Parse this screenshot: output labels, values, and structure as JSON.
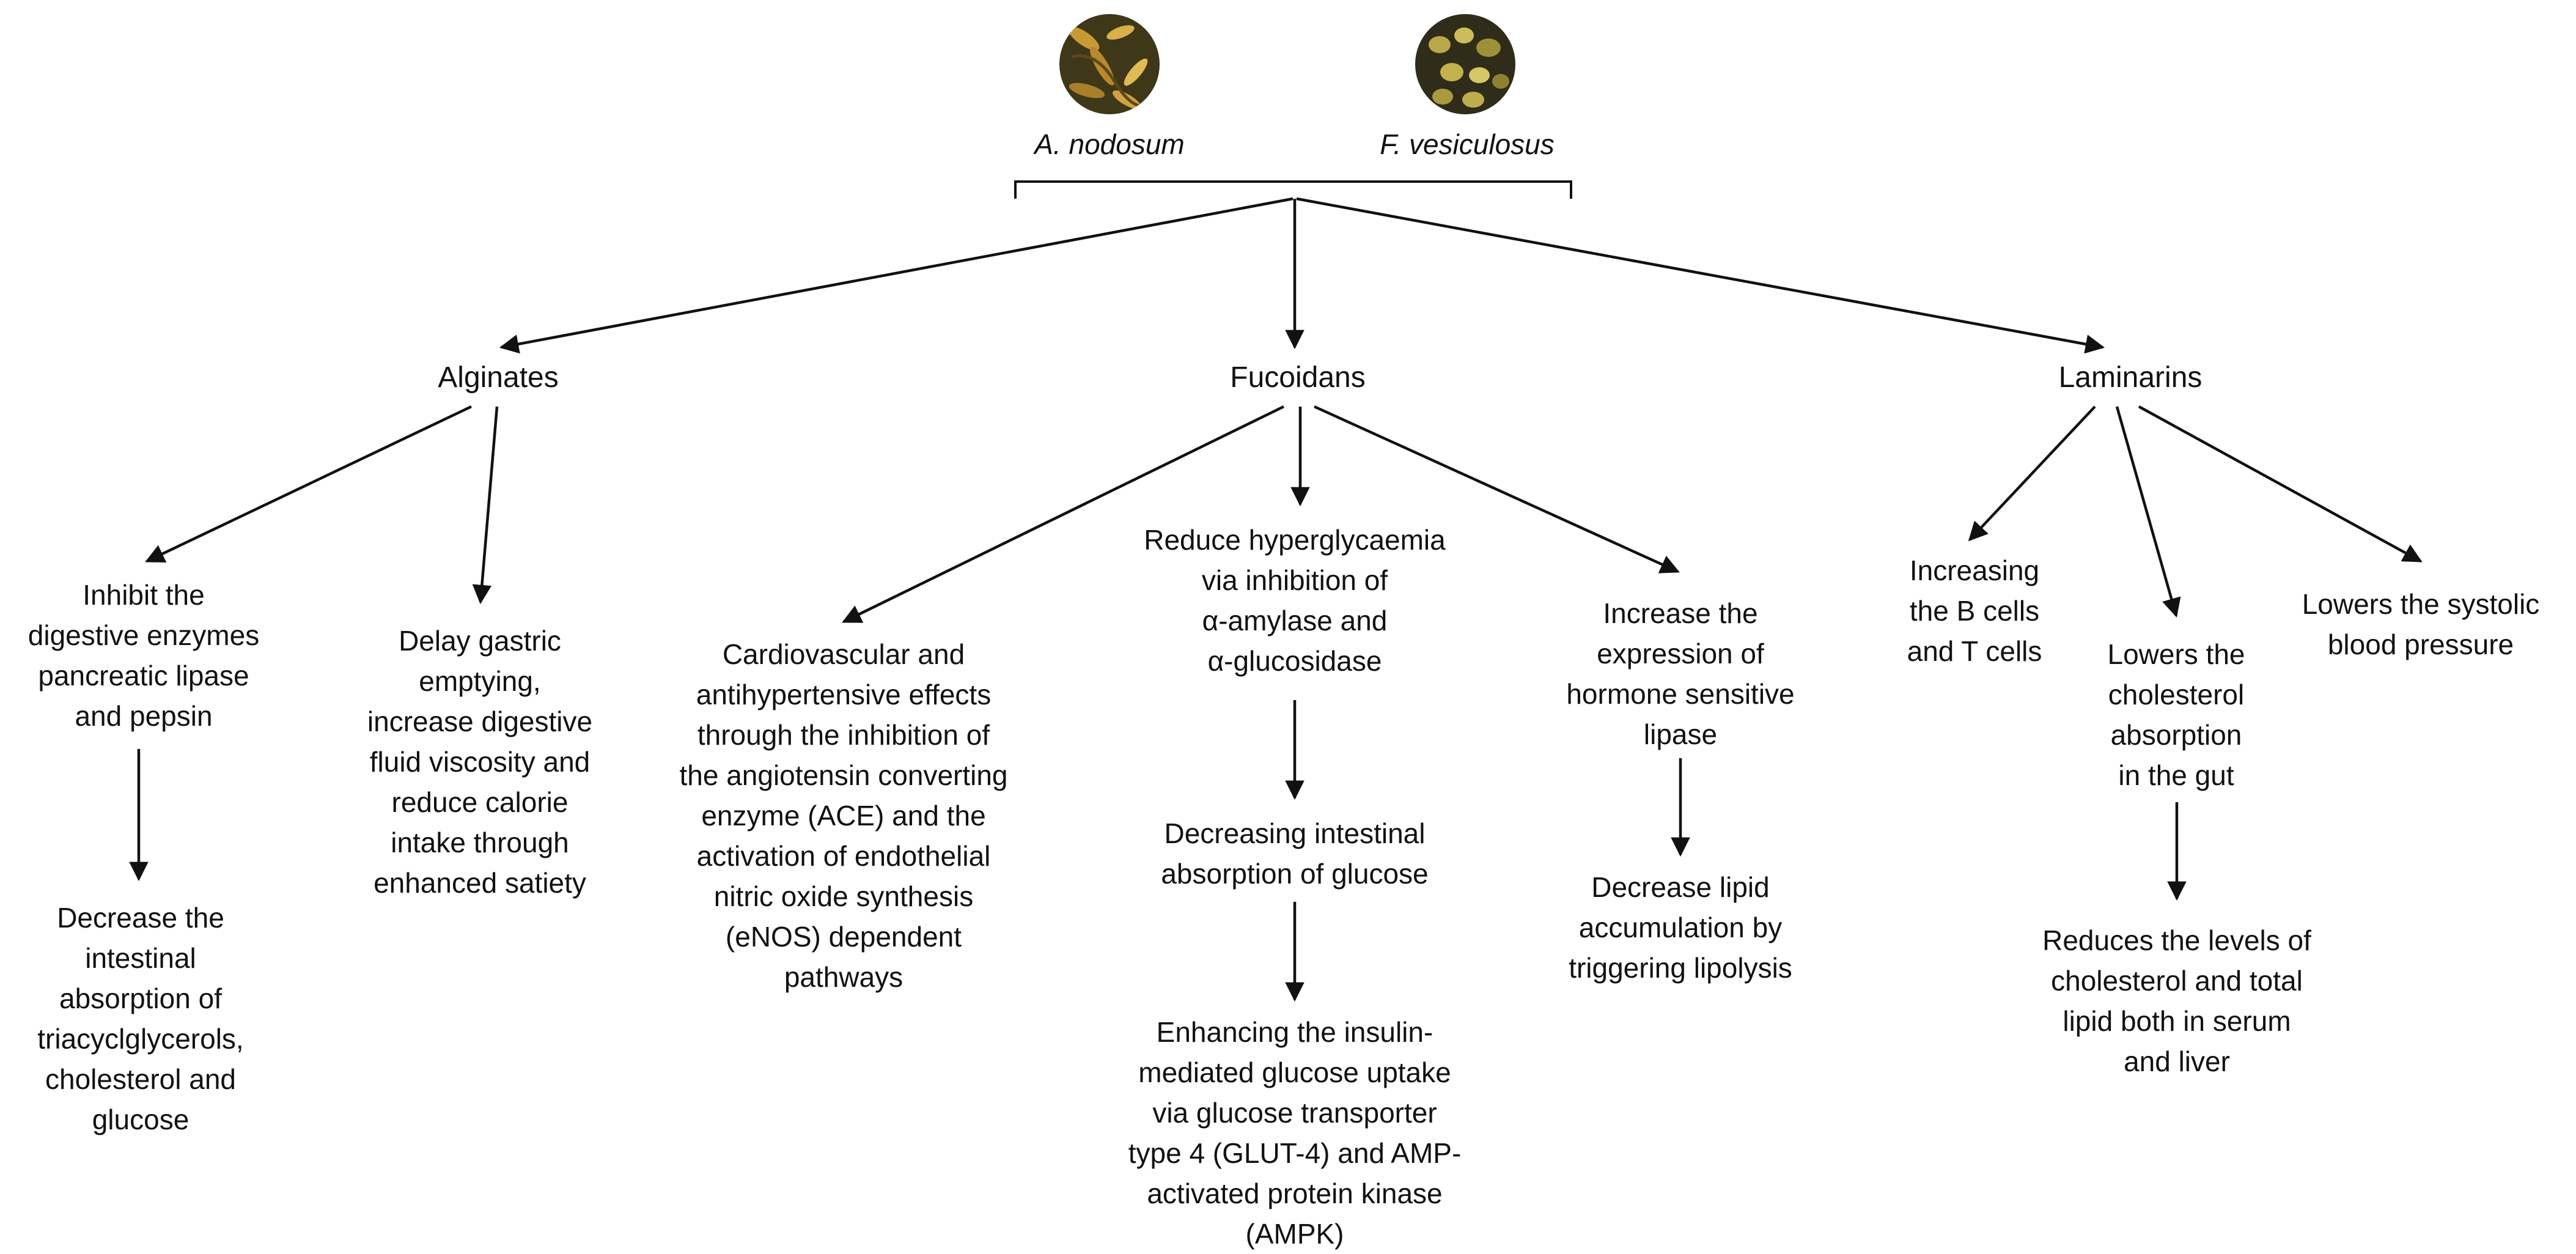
{
  "species": [
    {
      "name": "A. nodosum"
    },
    {
      "name": "F. vesiculosus"
    }
  ],
  "polysaccharides": {
    "alginates": {
      "label": "Alginates",
      "effects": [
        "Inhibit the\ndigestive enzymes\npancreatic lipase\nand pepsin",
        "Delay gastric\nemptying,\nincrease digestive\nfluid viscosity and\nreduce calorie\nintake through\nenhanced satiety"
      ],
      "outcome": "Decrease the\nintestinal\nabsorption of\ntriacyclglycerols,\ncholesterol and\nglucose"
    },
    "fucoidans": {
      "label": "Fucoidans",
      "effects": [
        "Cardiovascular and\nantihypertensive effects\nthrough the inhibition of\nthe angiotensin converting\nenzyme  (ACE) and the\nactivation of endothelial\nnitric oxide synthesis\n(eNOS) dependent\npathways",
        "Reduce hyperglycaemia\nvia inhibition of\nα-amylase and\nα-glucosidase",
        "Increase the\nexpression of\nhormone sensitive\nlipase"
      ],
      "glucose_chain": [
        "Decreasing intestinal\nabsorption of glucose",
        "Enhancing the insulin-\nmediated glucose uptake\nvia glucose transporter\ntype 4 (GLUT-4) and AMP-\nactivated protein kinase\n(AMPK)"
      ],
      "lipid_outcome": "Decrease lipid\naccumulation by\ntriggering lipolysis"
    },
    "laminarins": {
      "label": "Laminarins",
      "effects": [
        "Increasing\nthe B cells\nand T cells",
        "Lowers the\ncholesterol\nabsorption\nin the gut",
        "Lowers the systolic\nblood pressure"
      ],
      "outcome": "Reduces the levels of\ncholesterol and total\nlipid both in serum\nand liver"
    }
  }
}
